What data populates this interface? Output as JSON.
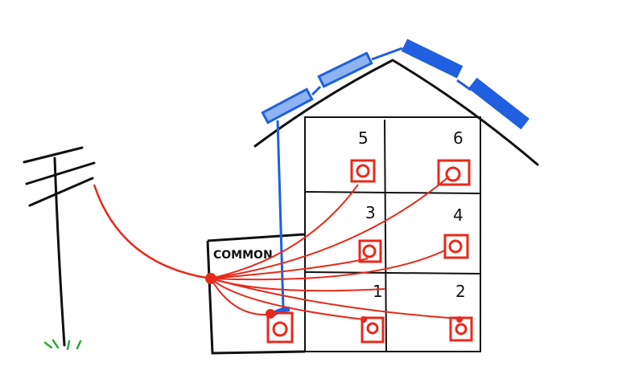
{
  "diagram": {
    "common_label": "COMMON",
    "units": [
      {
        "id": "5",
        "label": "5"
      },
      {
        "id": "6",
        "label": "6"
      },
      {
        "id": "3",
        "label": "3"
      },
      {
        "id": "4",
        "label": "4"
      },
      {
        "id": "1",
        "label": "1"
      },
      {
        "id": "2",
        "label": "2"
      }
    ],
    "colors": {
      "line": "#111111",
      "power": "#e8291c",
      "solar": "#1f5fe0",
      "grass": "#2fa83a"
    }
  }
}
